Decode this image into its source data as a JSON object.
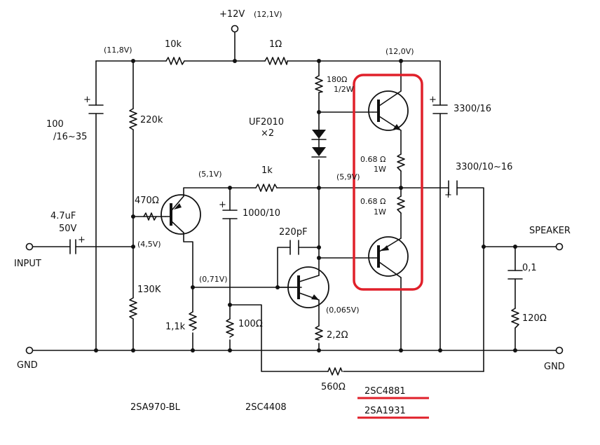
{
  "supply": {
    "label": "+12V",
    "voltage": "(12,1V)"
  },
  "nodes": {
    "v_11_8": "(11,8V)",
    "v_12_0": "(12,0V)",
    "v_5_1": "(5,1V)",
    "v_5_9": "(5,9V)",
    "v_4_5": "(4,5V)",
    "v_0_71": "(0,71V)",
    "v_0_065": "(0,065V)"
  },
  "components": {
    "r_10k": "10k",
    "r_1ohm": "1Ω",
    "r_180": "180Ω",
    "r_180_power": "1/2W",
    "c_100": "100",
    "c_100_rating": "/16~35",
    "r_220k": "220k",
    "diode": "UF2010",
    "diode_count": "×2",
    "c_3300_top": "3300/16",
    "r_068_a": "0.68 Ω",
    "r_068_a_power": "1W",
    "r_068_b": "0.68 Ω",
    "r_068_b_power": "1W",
    "r_1k": "1k",
    "c_3300_out": "3300/10~16",
    "r_470": "470Ω",
    "c_1000": "1000/10",
    "c_47": "4.7uF",
    "c_47_rating": "50V",
    "c_220p": "220pF",
    "r_130k": "130K",
    "r_1_1k": "1,1k",
    "r_100": "100Ω",
    "r_2_2": "2,2Ω",
    "c_0_1": "0,1",
    "r_120": "120Ω",
    "r_560": "560Ω"
  },
  "io": {
    "input": "INPUT",
    "gnd_left": "GND",
    "speaker": "SPEAKER",
    "gnd_right": "GND"
  },
  "parts": {
    "small_pnp": "2SA970-BL",
    "small_npn": "2SC4408",
    "power_npn": "2SC4881",
    "power_pnp": "2SA1931"
  },
  "highlight_color": "#e0202a"
}
